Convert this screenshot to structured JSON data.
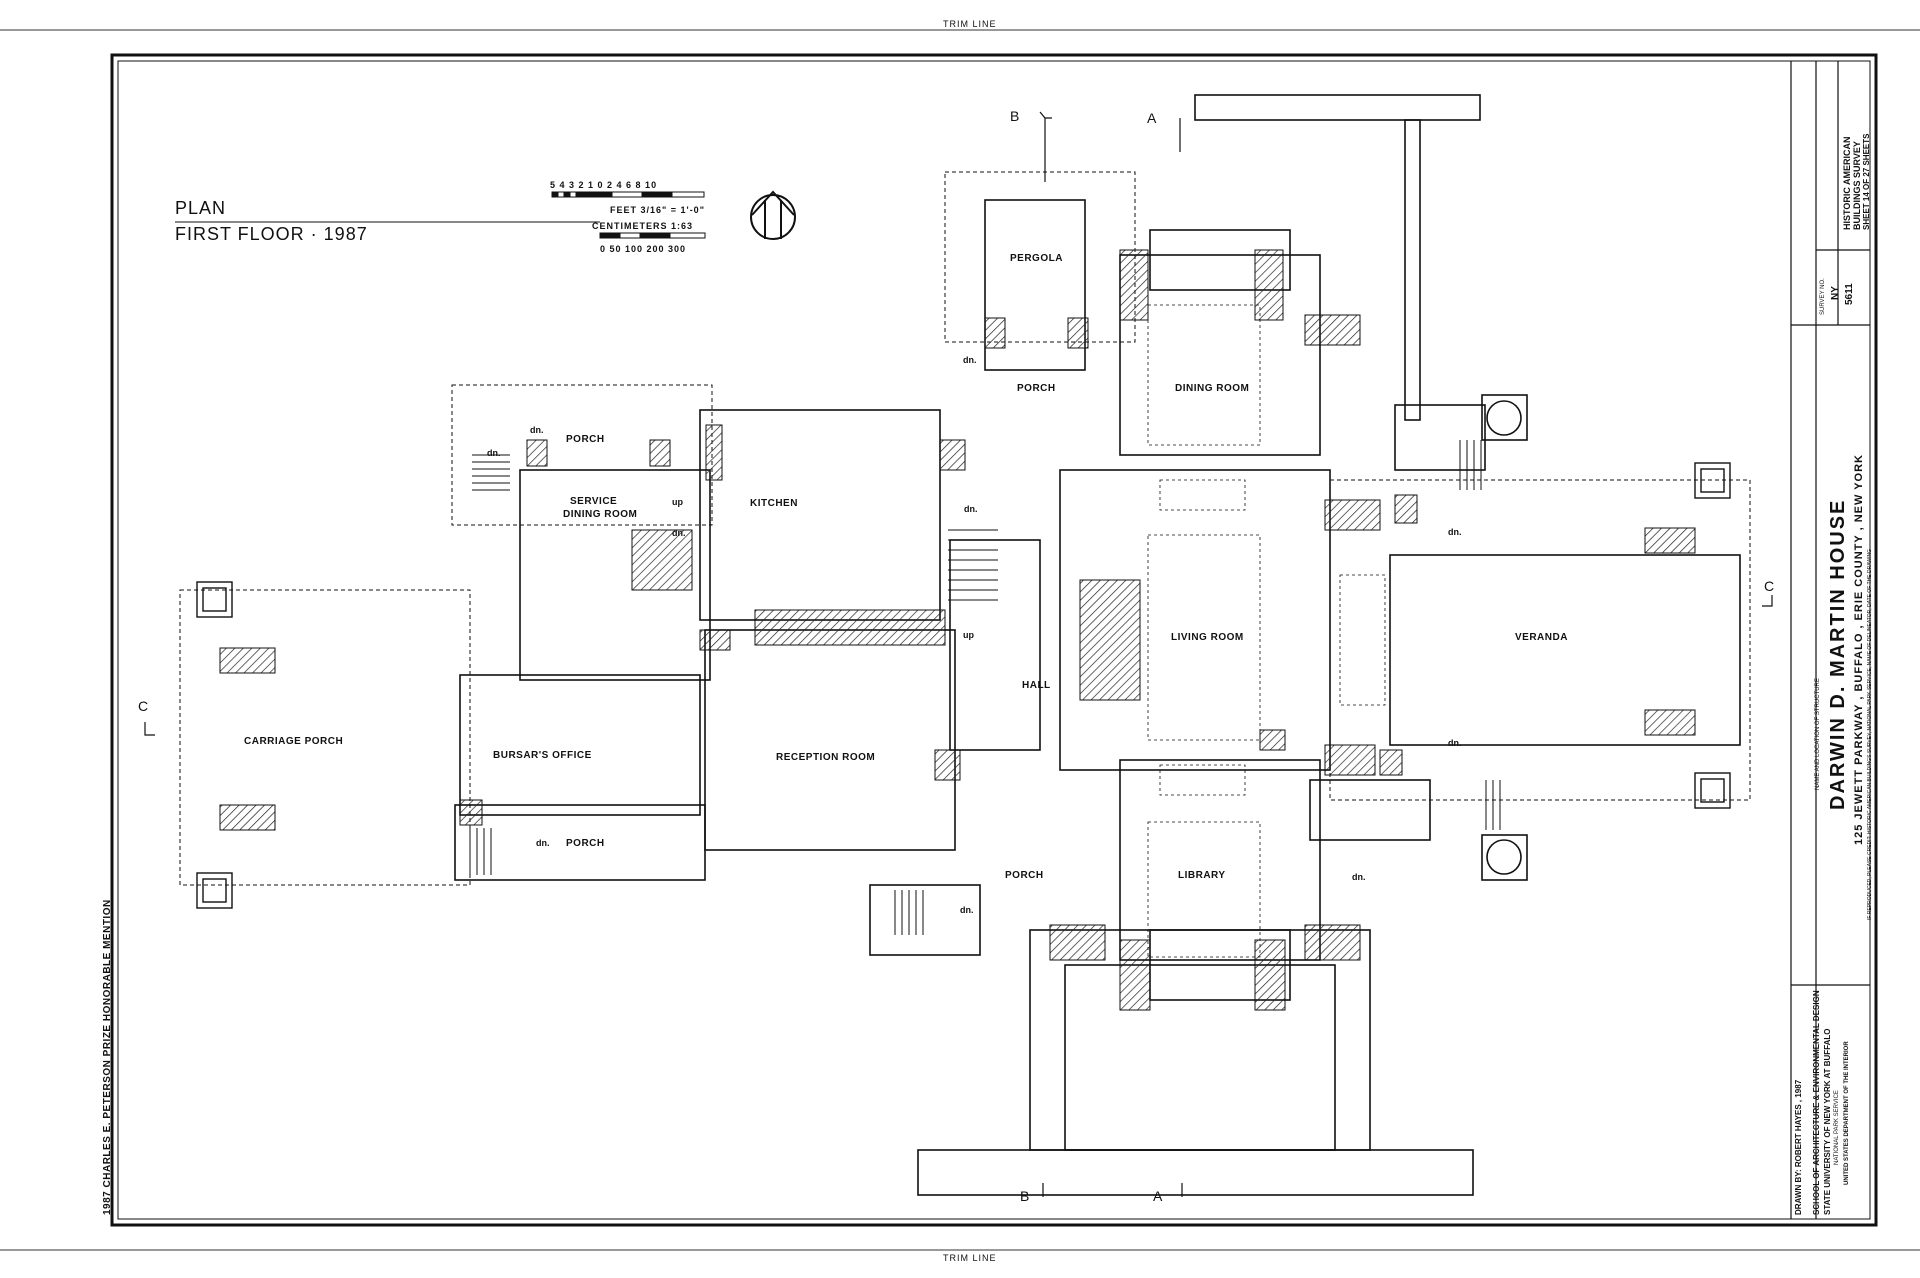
{
  "trim_line_label": "TRIM LINE",
  "plan": {
    "title": "PLAN",
    "subtitle": "FIRST FLOOR · 1987"
  },
  "scale": {
    "feet_ticks": "5 4 3 2 1 0   2     4     6     8    10",
    "feet_label": "FEET  3/16\" = 1'-0\"",
    "cm_label": "CENTIMETERS  1:63",
    "cm_ticks": "0   50 100     200     300"
  },
  "section_markers": {
    "b_top": "B",
    "a_top": "A",
    "c_left": "C",
    "c_right": "C",
    "b_bottom": "B",
    "a_bottom": "A"
  },
  "rooms": {
    "pergola": "PERGOLA",
    "porch_top": "PORCH",
    "dining_room": "DINING ROOM",
    "porch_service": "PORCH",
    "service_dining": "SERVICE",
    "service_dining_2": "DINING ROOM",
    "kitchen": "KITCHEN",
    "living_room": "LIVING ROOM",
    "veranda": "VERANDA",
    "hall": "HALL",
    "carriage_porch": "CARRIAGE PORCH",
    "bursars_office": "BURSAR'S OFFICE",
    "reception_room": "RECEPTION ROOM",
    "porch_bottom": "PORCH",
    "porch_lower": "PORCH",
    "library": "LIBRARY"
  },
  "stair_notes": {
    "dn": "dn.",
    "up": "up"
  },
  "credit_vertical": "1987 CHARLES E. PETERSON PRIZE  HONORABLE  MENTION",
  "title_block": {
    "org_1": "HISTORIC AMERICAN",
    "org_2": "BUILDINGS SURVEY",
    "sheet": "SHEET 14 OF 27 SHEETS",
    "survey_label": "SURVEY NO.",
    "survey_no_1": "NY",
    "survey_no_2": "5611",
    "name_location_label": "NAME AND LOCATION OF STRUCTURE",
    "name": "DARWIN  D.  MARTIN  HOUSE",
    "address": "125  JEWETT  PARKWAY ,  BUFFALO ,  ERIE  COUNTY ,  NEW  YORK",
    "repro_note": "IF REPRODUCED, PLEASE CREDIT: HISTORIC AMERICAN BUILDINGS SURVEY, NATIONAL PARK SERVICE, NAME OF DELINEATOR, DATE OF THE DRAWING",
    "drawn_by": "DRAWN BY: ROBERT  HAYES ,  1987",
    "school_1": "SCHOOL OF ARCHITECTURE & ENVIRONMENTAL DESIGN",
    "school_2": "STATE UNIVERSITY OF NEW YORK AT BUFFALO",
    "under_direction": "NATIONAL PARK SERVICE",
    "dept": "UNITED STATES DEPARTMENT OF THE INTERIOR"
  }
}
